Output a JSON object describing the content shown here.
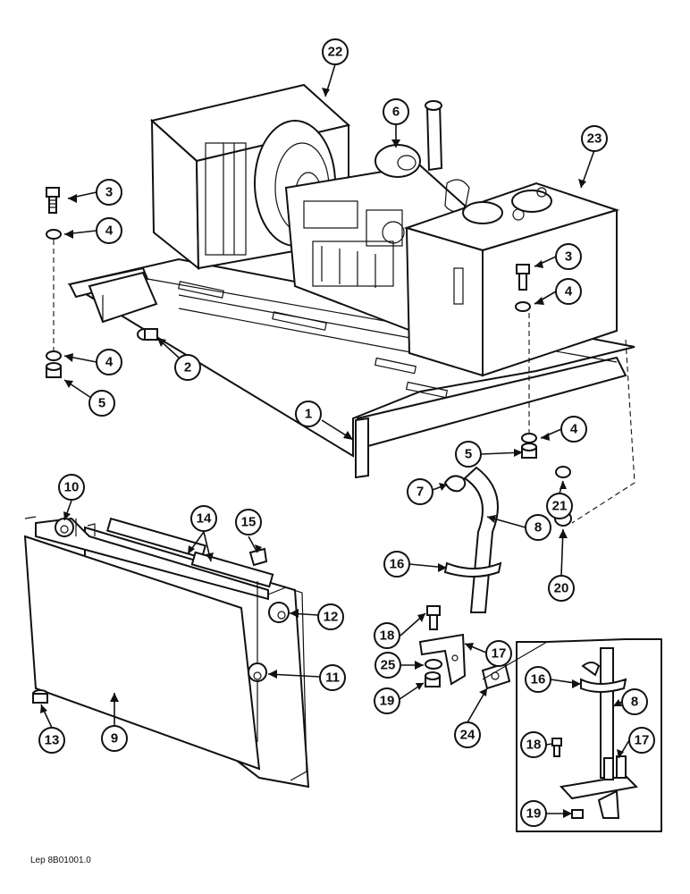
{
  "drawing_ref": "Lep 8B01001.0",
  "callouts": [
    "22",
    "6",
    "23",
    "3",
    "4",
    "3",
    "4",
    "2",
    "4",
    "5",
    "1",
    "4",
    "5",
    "7",
    "21",
    "8",
    "20",
    "10",
    "14",
    "15",
    "16",
    "12",
    "11",
    "18",
    "17",
    "25",
    "19",
    "24",
    "16",
    "8",
    "18",
    "17",
    "19",
    "13",
    "9"
  ]
}
